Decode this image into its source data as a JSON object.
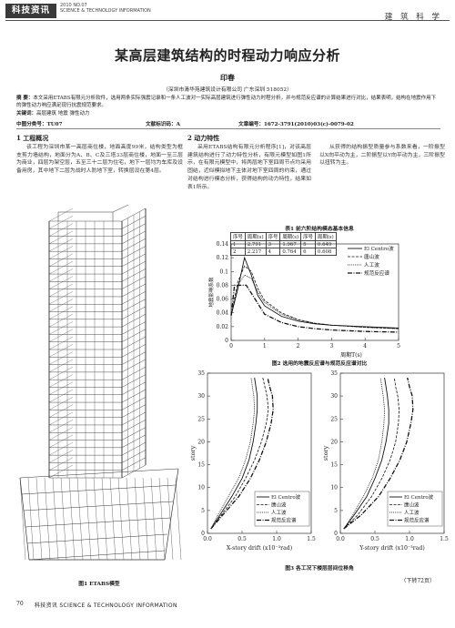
{
  "header": {
    "badge": "科技资讯",
    "issue_line1": "2010  NO.07",
    "issue_line2": "SCIENCE & TECHNOLOGY INFORMATION",
    "section": "建 筑 科 学"
  },
  "title": "某高层建筑结构的时程动力响应分析",
  "author": "印春",
  "affiliation": "（深圳市清华苑建筑设计有限公司   广东深圳   518052）",
  "abstract": {
    "label": "摘  要：",
    "text": "本文采用ETABS有限元分析软件，选用两条实际强震记录和一条人工波对一实际高层建筑进行弹性动力时程分析，并与规范反应谱的计算结果进行对比，结果表明，结构在地震作用下的弹性动力响应满足现行抗震规范要求。",
    "keywords_label": "关键词：",
    "keywords": "高层建筑   地震   弹性动力"
  },
  "meta": {
    "clc": "中图分类号：TU07",
    "doc_code": "文献标识码：A",
    "article_no": "文章编号：1672-3791(2010)03(c)-0079-02"
  },
  "section1": {
    "heading": "1  工程概况",
    "text": "该工程为深圳市某一高层商住楼，地面高度99米，结构类型为框支剪力墙结构，地面分为A、B、C及三塔33层商住楼，地面一至三层为商业，四层为架空层，五至三十二层为住宅，地下一层均为车库及设备用房，其中地下二层为战时人防地下室，转换层设在第4层。"
  },
  "section2": {
    "heading": "2  动力特性",
    "text": "采用ETABS结构有限元分析程序[1]，对该高层建筑结构进行了动力特性分析，有限元模型如图1所示，在有限元模型中，将两层地下室四周节点均采用固结，近似模拟地下主体对地下室四周的约束，通过对结构进行模态分析，获得结构的动力特性，结果如表1所示。",
    "text_right": "从获得的结构振型质量参与系数来看，一阶振型以X向平动为主，二阶振型以Y向平动为主，三阶振型以扭转为主。"
  },
  "table1": {
    "caption": "表1  前六阶结构模态基本信息",
    "headers": [
      "序号",
      "周期(s)",
      "序号",
      "周期(s)",
      "序号",
      "周期(s)"
    ],
    "rows": [
      [
        "1",
        "2.791",
        "3",
        "1.967",
        "5",
        "0.649"
      ],
      [
        "2",
        "2.217",
        "4",
        "0.764",
        "6",
        "0.608"
      ]
    ]
  },
  "figure1_caption": "图1  ETABS模型",
  "figure2_caption": "图2  选用的地震反应谱与规范反应谱对比",
  "figure3_caption": "图3  各工况下楼层层间位移角",
  "continued": "（下转72页）",
  "footer": {
    "page": "70",
    "text": "科技资讯 SCIENCE & TECHNOLOGY INFORMATION"
  },
  "chart_data": [
    {
      "type": "line",
      "xlabel": "周期T(s)",
      "ylabel": "地震影响系数",
      "xlim": [
        0,
        5
      ],
      "ylim": [
        0,
        0.14
      ],
      "xticks": [
        0,
        1,
        2,
        3,
        4,
        5
      ],
      "yticks": [
        0,
        0.02,
        0.04,
        0.06,
        0.08,
        0.1,
        0.12,
        0.14
      ],
      "legend_position": "top-right",
      "series": [
        {
          "name": "El Centro波",
          "x": [
            0,
            0.2,
            0.4,
            0.6,
            0.8,
            1.0,
            1.5,
            2.0,
            2.5,
            3.0,
            4.0,
            5.0
          ],
          "y": [
            0.036,
            0.075,
            0.12,
            0.095,
            0.065,
            0.05,
            0.035,
            0.028,
            0.024,
            0.022,
            0.02,
            0.018
          ]
        },
        {
          "name": "唐山波",
          "x": [
            0,
            0.2,
            0.4,
            0.6,
            0.8,
            1.0,
            1.5,
            2.0,
            2.5,
            3.0,
            4.0,
            5.0
          ],
          "y": [
            0.036,
            0.085,
            0.108,
            0.1,
            0.075,
            0.058,
            0.04,
            0.03,
            0.025,
            0.022,
            0.019,
            0.017
          ]
        },
        {
          "name": "人工波",
          "x": [
            0,
            0.2,
            0.4,
            0.6,
            0.8,
            1.0,
            1.5,
            2.0,
            2.5,
            3.0,
            4.0,
            5.0
          ],
          "y": [
            0.036,
            0.08,
            0.095,
            0.09,
            0.07,
            0.055,
            0.038,
            0.03,
            0.025,
            0.022,
            0.019,
            0.017
          ]
        },
        {
          "name": "规范反应谱",
          "x": [
            0,
            0.1,
            0.45,
            1.0,
            1.5,
            2.0,
            2.5,
            3.0,
            4.0,
            5.0
          ],
          "y": [
            0.036,
            0.08,
            0.08,
            0.038,
            0.026,
            0.02,
            0.017,
            0.015,
            0.013,
            0.012
          ]
        }
      ]
    },
    {
      "type": "line",
      "xlabel": "X-story drift (x10⁻³rad)",
      "ylabel": "story",
      "xlim": [
        0,
        1.5
      ],
      "ylim": [
        0,
        35
      ],
      "xticks": [
        "0.0",
        "0.5",
        "1.0",
        "1.5"
      ],
      "yticks": [
        0,
        5,
        10,
        15,
        20,
        25,
        30,
        35
      ],
      "legend_position": "bottom-right",
      "series": [
        {
          "name": "El Centro波",
          "x": [
            0.05,
            0.18,
            0.35,
            0.5,
            0.6,
            0.66,
            0.7,
            0.72,
            0.72,
            0.7,
            0.68
          ],
          "y": [
            1,
            4,
            8,
            12,
            16,
            20,
            24,
            27,
            30,
            32,
            34
          ]
        },
        {
          "name": "唐山波",
          "x": [
            0.05,
            0.2,
            0.4,
            0.55,
            0.68,
            0.78,
            0.85,
            0.88,
            0.86,
            0.83,
            0.8
          ],
          "y": [
            1,
            4,
            8,
            12,
            16,
            20,
            24,
            27,
            30,
            32,
            34
          ]
        },
        {
          "name": "人工波",
          "x": [
            0.05,
            0.15,
            0.3,
            0.45,
            0.55,
            0.62,
            0.66,
            0.68,
            0.67,
            0.65,
            0.63
          ],
          "y": [
            1,
            4,
            8,
            12,
            16,
            20,
            24,
            27,
            30,
            32,
            34
          ]
        },
        {
          "name": "规范反应谱",
          "x": [
            0.05,
            0.22,
            0.45,
            0.62,
            0.75,
            0.85,
            0.92,
            0.95,
            0.94,
            0.9,
            0.87
          ],
          "y": [
            1,
            4,
            8,
            12,
            16,
            20,
            24,
            27,
            30,
            32,
            34
          ]
        }
      ]
    },
    {
      "type": "line",
      "xlabel": "Y-story drift (x10⁻³rad)",
      "ylabel": "story",
      "xlim": [
        0,
        1.5
      ],
      "ylim": [
        0,
        35
      ],
      "xticks": [
        "0.0",
        "0.5",
        "1.0",
        "1.5"
      ],
      "yticks": [
        0,
        5,
        10,
        15,
        20,
        25,
        30,
        35
      ],
      "legend_position": "bottom-right",
      "series": [
        {
          "name": "El Centro波",
          "x": [
            0.05,
            0.2,
            0.38,
            0.5,
            0.6,
            0.66,
            0.7,
            0.7,
            0.68,
            0.66,
            0.64
          ],
          "y": [
            1,
            4,
            8,
            12,
            16,
            20,
            24,
            27,
            30,
            32,
            34
          ]
        },
        {
          "name": "唐山波",
          "x": [
            0.05,
            0.25,
            0.45,
            0.6,
            0.72,
            0.8,
            0.84,
            0.85,
            0.83,
            0.8,
            0.78
          ],
          "y": [
            1,
            4,
            8,
            12,
            16,
            20,
            24,
            27,
            30,
            32,
            34
          ]
        },
        {
          "name": "人工波",
          "x": [
            0.05,
            0.18,
            0.33,
            0.46,
            0.55,
            0.6,
            0.63,
            0.64,
            0.62,
            0.6,
            0.58
          ],
          "y": [
            1,
            4,
            8,
            12,
            16,
            20,
            24,
            27,
            30,
            32,
            34
          ]
        },
        {
          "name": "规范反应谱",
          "x": [
            0.05,
            0.3,
            0.55,
            0.72,
            0.86,
            0.96,
            1.02,
            1.05,
            1.04,
            1.0,
            0.97
          ],
          "y": [
            1,
            4,
            8,
            12,
            16,
            20,
            24,
            27,
            30,
            32,
            34
          ]
        }
      ]
    }
  ]
}
